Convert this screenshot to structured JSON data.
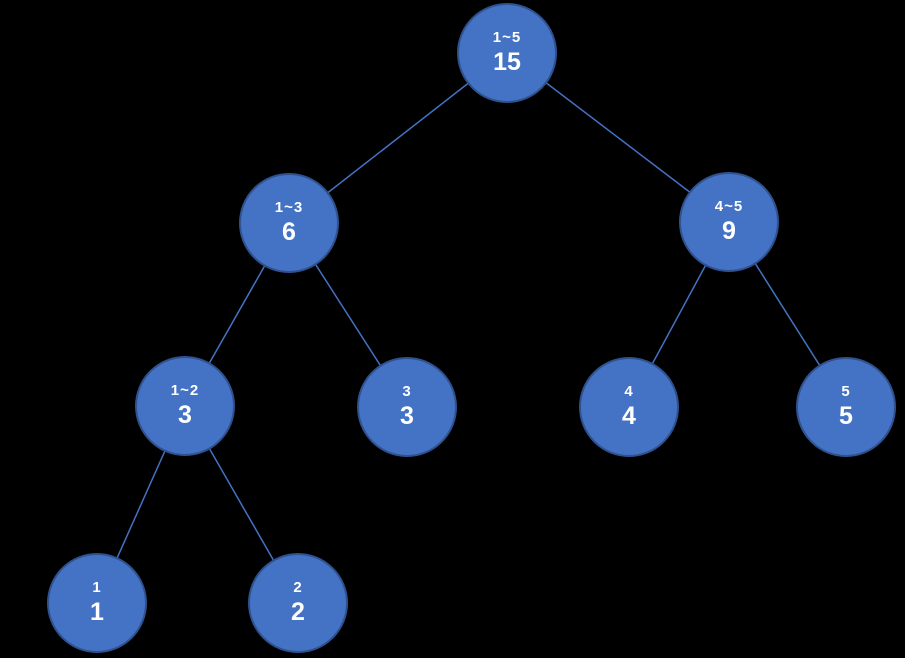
{
  "colors": {
    "background": "#000000",
    "node_fill": "#4472C4",
    "node_border": "#2F528F",
    "edge_line": "#4472C4",
    "node_text": "#FFFFFF"
  },
  "tree": {
    "type": "segment-tree",
    "nodes": [
      {
        "id": "node-1-5",
        "range": "1~5",
        "value": "15"
      },
      {
        "id": "node-1-3",
        "range": "1~3",
        "value": "6"
      },
      {
        "id": "node-4-5",
        "range": "4~5",
        "value": "9"
      },
      {
        "id": "node-1-2",
        "range": "1~2",
        "value": "3"
      },
      {
        "id": "node-3",
        "range": "3",
        "value": "3"
      },
      {
        "id": "node-4",
        "range": "4",
        "value": "4"
      },
      {
        "id": "node-5",
        "range": "5",
        "value": "5"
      },
      {
        "id": "node-1",
        "range": "1",
        "value": "1"
      },
      {
        "id": "node-2",
        "range": "2",
        "value": "2"
      }
    ],
    "edges": [
      [
        "1~5",
        "1~3"
      ],
      [
        "1~5",
        "4~5"
      ],
      [
        "1~3",
        "1~2"
      ],
      [
        "1~3",
        "3"
      ],
      [
        "4~5",
        "4"
      ],
      [
        "4~5",
        "5"
      ],
      [
        "1~2",
        "1"
      ],
      [
        "1~2",
        "2"
      ]
    ]
  }
}
